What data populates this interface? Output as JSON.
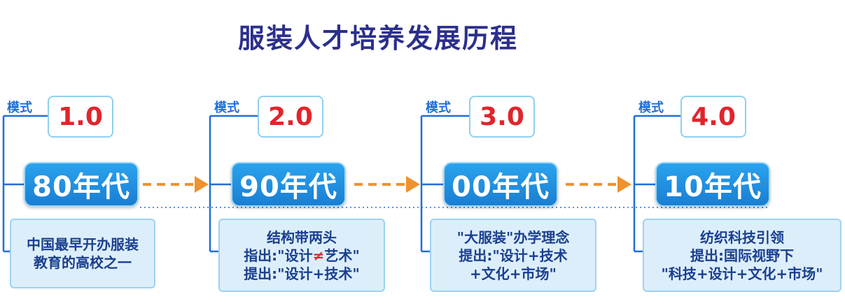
{
  "title": "服装人才培养发展历程",
  "colors": {
    "title": "#2b2f8c",
    "line": "#1f6fd6",
    "arrow": "#f0922e",
    "version_text": "#e0252b",
    "era_fill": "#1f8fe0",
    "desc_fill": "#ddeefb"
  },
  "stages": [
    {
      "mode_label": "模式",
      "version": "1.0",
      "era": "80年代",
      "desc_lines": [
        "中国最早开办服装",
        "教育的高校之一"
      ]
    },
    {
      "mode_label": "模式",
      "version": "2.0",
      "era": "90年代",
      "desc_lines": [
        "结构带两头"
      ],
      "desc_line2_prefix": "指出:\"设计",
      "desc_line2_mark": "≠",
      "desc_line2_suffix": "艺术\"",
      "desc_line3": "提出:\"设计+技术\""
    },
    {
      "mode_label": "模式",
      "version": "3.0",
      "era": "00年代",
      "desc_lines": [
        "\"大服装\"办学理念",
        "提出:\"设计+技术",
        "+文化+市场\""
      ]
    },
    {
      "mode_label": "模式",
      "version": "4.0",
      "era": "10年代",
      "desc_lines": [
        "纺织科技引领",
        "提出:国际视野下",
        "\"科技+设计+文化+市场\""
      ]
    }
  ],
  "arrow_icon": "dashed-right-arrow"
}
